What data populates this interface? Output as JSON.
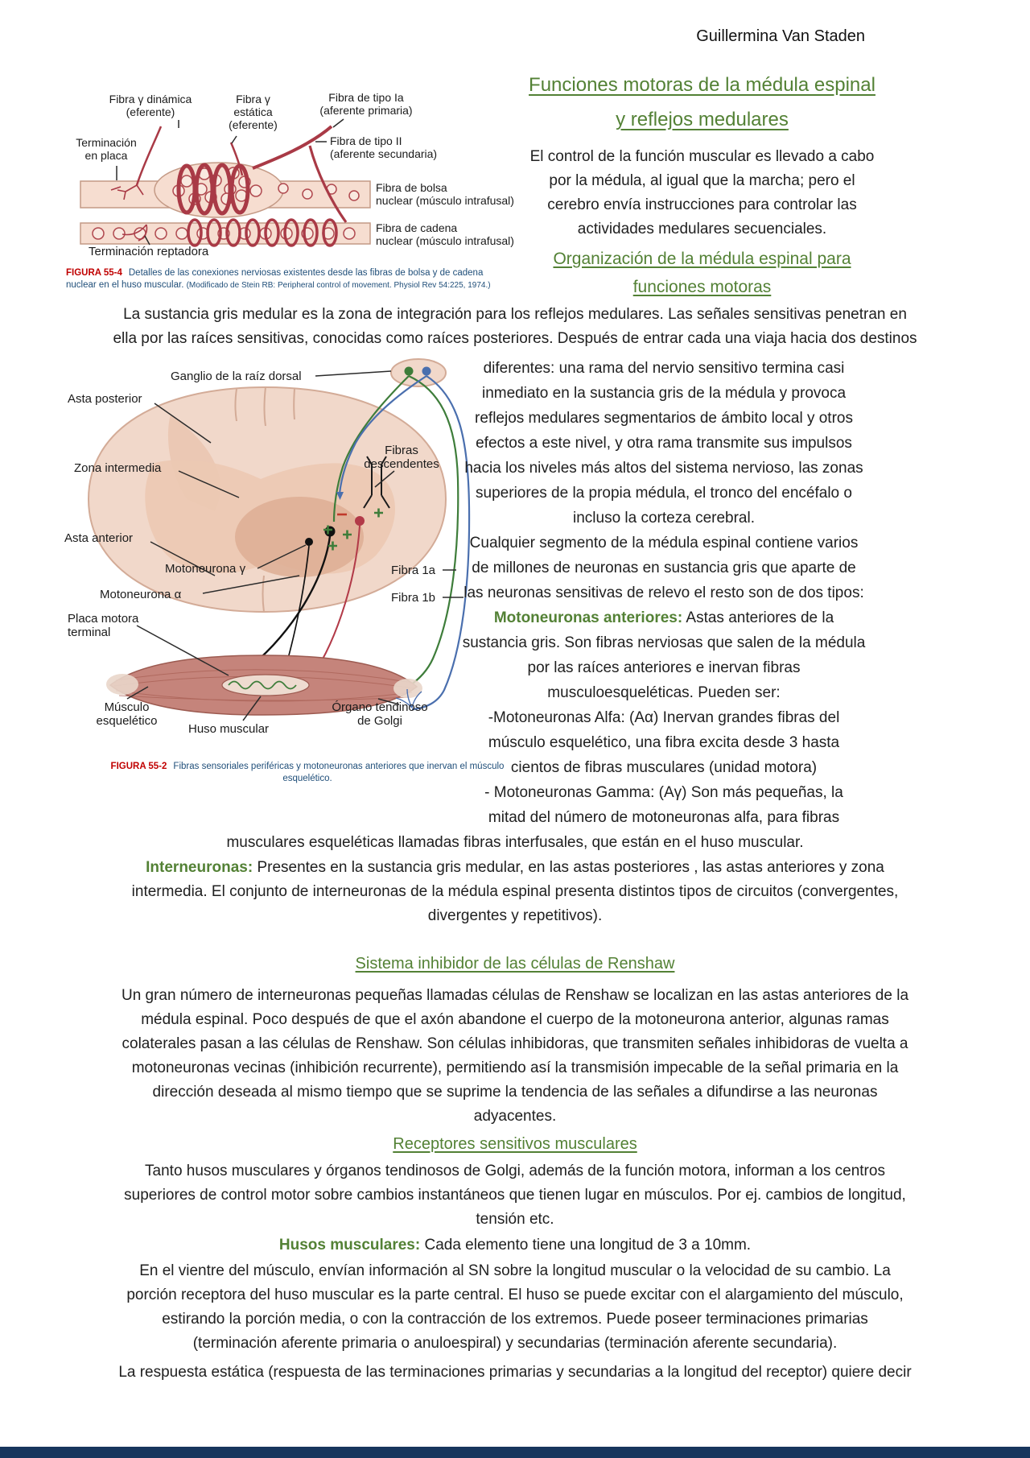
{
  "page": {
    "author": "Guillermina Van Staden",
    "accent_green": "#538135",
    "footer_bar_color": "#17365d"
  },
  "header": {
    "title": "Funciones motoras de la médula espinal\ny reflejos medulares",
    "intro": "El control de la función muscular es llevado a cabo\npor la médula, al igual que la marcha; pero el\ncerebro envía instrucciones para controlar las\nactividades medulares secuenciales.",
    "subtitle": "Organización de la médula espinal para\nfunciones motoras"
  },
  "figure1": {
    "labels": {
      "gamma_dinamica": "Fibra γ dinámica\n(eferente)",
      "gamma_estatica": "Fibra γ\nestática\n(eferente)",
      "tipo_ia": "Fibra de tipo Ia\n(aferente primaria)",
      "tipo_ii": "Fibra de tipo II\n(aferente secundaria)",
      "terminacion_placa": "Terminación\nen placa",
      "bolsa_nuclear": "Fibra de bolsa\nnuclear (músculo intrafusal)",
      "cadena_nuclear": "Fibra de cadena\nnuclear (músculo intrafusal)",
      "terminacion_reptadora": "Terminación reptadora"
    },
    "caption_tag": "FIGURA 55-4",
    "caption_text": "Detalles de las conexiones nerviosas existentes desde las fibras de bolsa y de cadena nuclear en el huso muscular.",
    "caption_source": "(Modificado de Stein RB: Peripheral control of movement. Physiol Rev 54:225, 1974.)"
  },
  "body1": {
    "p1": "La sustancia gris medular es la zona de integración para los reflejos medulares. Las señales sensitivas penetran en\nella por las raíces sensitivas, conocidas como raíces posteriores. Después de entrar cada una viaja hacia dos destinos"
  },
  "figure2": {
    "labels": {
      "ganglio": "Ganglio de la raíz dorsal",
      "asta_posterior": "Asta posterior",
      "fibras_descendentes": "Fibras\ndescendentes",
      "zona_intermedia": "Zona intermedia",
      "asta_anterior": "Asta anterior",
      "motoneurona_gamma": "Motoneurona γ",
      "motoneurona_alfa": "Motoneurona α",
      "fibra_1a": "Fibra 1a",
      "fibra_1b": "Fibra 1b",
      "placa_motora": "Placa motora\nterminal",
      "musculo_esqueletico": "Músculo\nesquelético",
      "huso_muscular": "Huso muscular",
      "organo_golgi": "Órgano tendinoso\nde Golgi"
    },
    "caption_tag": "FIGURA 55-2",
    "caption_text": "Fibras sensoriales periféricas y motoneuronas anteriores que inervan el músculo\nesquelético."
  },
  "column2": {
    "p1": "diferentes: una rama del nervio sensitivo termina casi\ninmediato en la sustancia gris de la médula y provoca\nreflejos medulares segmentarios de ámbito local y otros\nefectos a este nivel, y otra rama transmite sus impulsos\nhacia los niveles más altos del sistema nervioso, las zonas\nsuperiores de la propia médula, el tronco del encéfalo o\nincluso la corteza cerebral.",
    "p2": "Cualquier segmento de la médula espinal contiene varios\nde millones de neuronas en sustancia gris que aparte de\nlas neuronas sensitivas de relevo el resto son de dos tipos:",
    "p3_lead": "Motoneuronas anteriores:",
    "p3_rest": " Astas anteriores de la\nsustancia gris. Son fibras nerviosas que salen de la médula\npor las raíces anteriores e inervan fibras\nmusculoesqueléticas. Pueden ser:",
    "p4": "-Motoneuronas Alfa: (Aα) Inervan grandes fibras del\nmúsculo esquelético, una fibra excita desde 3 hasta\ncientos de fibras musculares (unidad motora)",
    "p5": "- Motoneuronas Gamma: (Aγ) Son más pequeñas, la\nmitad del número de motoneuronas alfa, para fibras"
  },
  "body2": {
    "cont": "musculares esqueléticas llamadas fibras interfusales, que están en el huso muscular.",
    "inter_lead": "Interneuronas:",
    "inter_rest": " Presentes en la sustancia gris medular, en las astas posteriores , las astas anteriores y zona\nintermedia. El conjunto de interneuronas de la médula espinal presenta distintos tipos de circuitos (convergentes,\ndivergentes y repetitivos)."
  },
  "renshaw": {
    "heading": "Sistema inhibidor de las células de Renshaw",
    "body": "Un gran número de interneuronas pequeñas llamadas células de Renshaw se localizan en las astas anteriores de la\nmédula espinal. Poco después de que el axón abandone el cuerpo de la motoneurona anterior, algunas ramas\ncolaterales pasan a las células de Renshaw. Son células inhibidoras, que transmiten señales inhibidoras de vuelta a\nmotoneuronas vecinas (inhibición recurrente), permitiendo así la transmisión impecable de la señal primaria en la\ndirección deseada al mismo tiempo que se suprime la tendencia de las señales a difundirse a las neuronas\nadyacentes."
  },
  "receptores": {
    "heading": "Receptores sensitivos musculares",
    "body": "Tanto husos musculares y órganos tendinosos de Golgi, además de la función motora, informan a los centros\nsuperiores de control motor sobre cambios instantáneos que tienen lugar en músculos. Por ej. cambios de longitud,\ntensión etc.",
    "husos_lead": "Husos musculares:",
    "husos_rest": " Cada elemento tiene una longitud de 3 a 10mm.",
    "body2": "En el vientre del músculo, envían información al SN sobre la longitud muscular o la velocidad de su cambio. La\nporción receptora del huso muscular es la parte central. El huso se puede excitar con el alargamiento del músculo,\nestirando la porción media, o con la contracción de los extremos. Puede poseer terminaciones primarias\n(terminación aferente primaria o anuloespiral) y secundarias (terminación aferente secundaria).",
    "body3": "La respuesta estática (respuesta de las terminaciones primarias y secundarias a la longitud del receptor) quiere decir"
  }
}
